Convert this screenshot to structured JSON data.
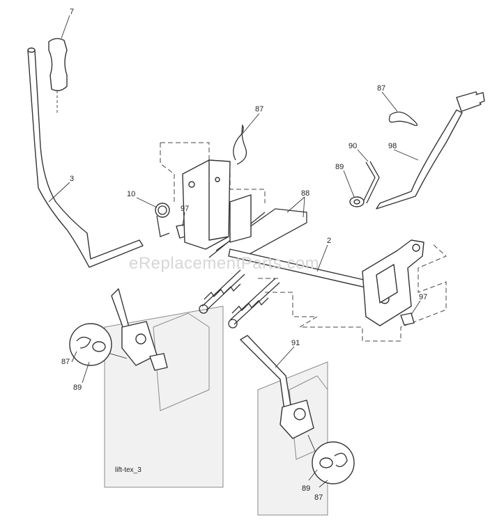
{
  "watermark": "eReplacementParts.com",
  "diagram_ref": "lift-tex_3",
  "callouts": [
    {
      "id": "c7",
      "label": "7"
    },
    {
      "id": "c3",
      "label": "3"
    },
    {
      "id": "c10",
      "label": "10"
    },
    {
      "id": "c97a",
      "label": "97"
    },
    {
      "id": "c87a",
      "label": "87"
    },
    {
      "id": "c88",
      "label": "88"
    },
    {
      "id": "c2",
      "label": "2"
    },
    {
      "id": "c87b",
      "label": "87"
    },
    {
      "id": "c90",
      "label": "90"
    },
    {
      "id": "c98",
      "label": "98"
    },
    {
      "id": "c89a",
      "label": "89"
    },
    {
      "id": "c97b",
      "label": "97"
    },
    {
      "id": "c91",
      "label": "91"
    },
    {
      "id": "c87c",
      "label": "87"
    },
    {
      "id": "c89b",
      "label": "89"
    },
    {
      "id": "c89c",
      "label": "89"
    },
    {
      "id": "c87d",
      "label": "87"
    }
  ]
}
